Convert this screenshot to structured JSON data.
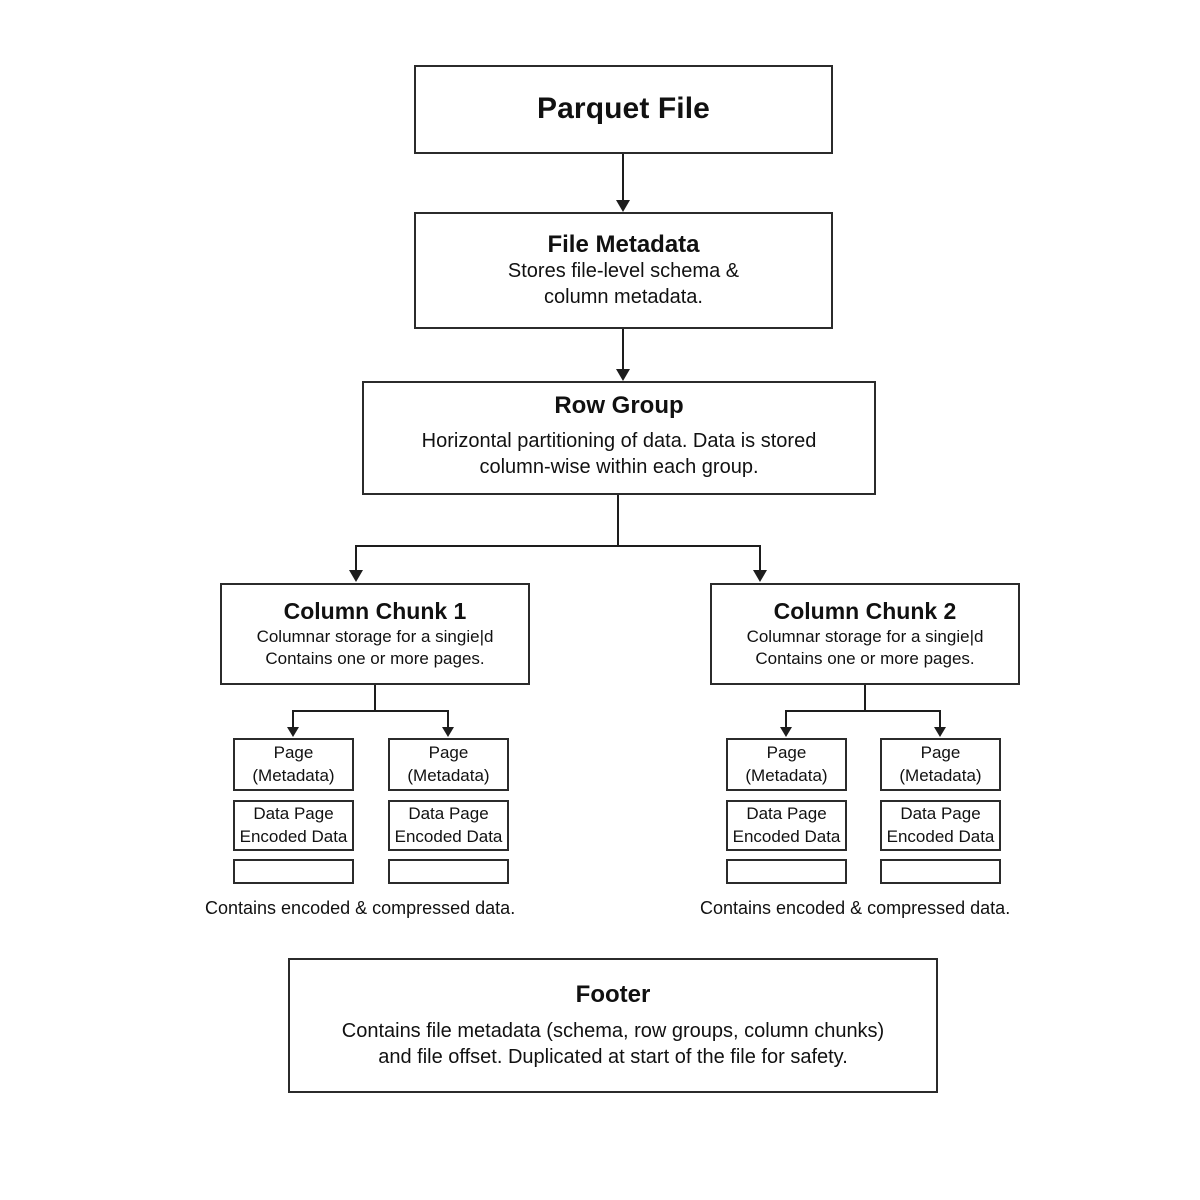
{
  "diagram": {
    "title": "Parquet File",
    "nodes": {
      "parquet_file": {
        "label": "Parquet File"
      },
      "file_metadata": {
        "label": "File Metadata",
        "desc_line1": "Stores file-level schema &",
        "desc_line2": "column metadata."
      },
      "row_group": {
        "label": "Row Group",
        "desc_line1": "Horizontal partitioning of data. Data is stored",
        "desc_line2": "column-wise within each group."
      },
      "column_chunk_1": {
        "label": "Column Chunk 1",
        "desc_line1": "Columnar storage for a singie|d",
        "desc_line2": "Contains one or more pages."
      },
      "column_chunk_2": {
        "label": "Column Chunk 2",
        "desc_line1": "Columnar storage for a singie|d",
        "desc_line2": "Contains one or more pages."
      },
      "footer": {
        "label": "Footer",
        "desc_line1": "Contains file metadata (schema, row groups, column chunks)",
        "desc_line2": "and file offset. Duplicated at start of the file for safety."
      }
    },
    "page_stacks": [
      {
        "id": "chunk1-page-a",
        "page_line1": "Page",
        "page_line2": "(Metadata)",
        "data_line1": "Data Page",
        "data_line2": "Encoded Data",
        "empty_line": ""
      },
      {
        "id": "chunk1-page-b",
        "page_line1": "Page",
        "page_line2": "(Metadata)",
        "data_line1": "Data Page",
        "data_line2": "Encoded Data",
        "empty_line": ""
      },
      {
        "id": "chunk2-page-a",
        "page_line1": "Page",
        "page_line2": "(Metadata)",
        "data_line1": "Data Page",
        "data_line2": "Encoded Data",
        "empty_line": ""
      },
      {
        "id": "chunk2-page-b",
        "page_line1": "Page",
        "page_line2": "(Metadata)",
        "data_line1": "Data Page",
        "data_line2": "Encoded Data",
        "empty_line": ""
      }
    ],
    "captions": {
      "left": "Contains encoded & compressed data.",
      "right": "Contains encoded & compressed data."
    },
    "colors": {
      "background": "#ffffff",
      "border": "#2b2b2b",
      "line": "#1d1d1d",
      "text": "#111111"
    }
  }
}
